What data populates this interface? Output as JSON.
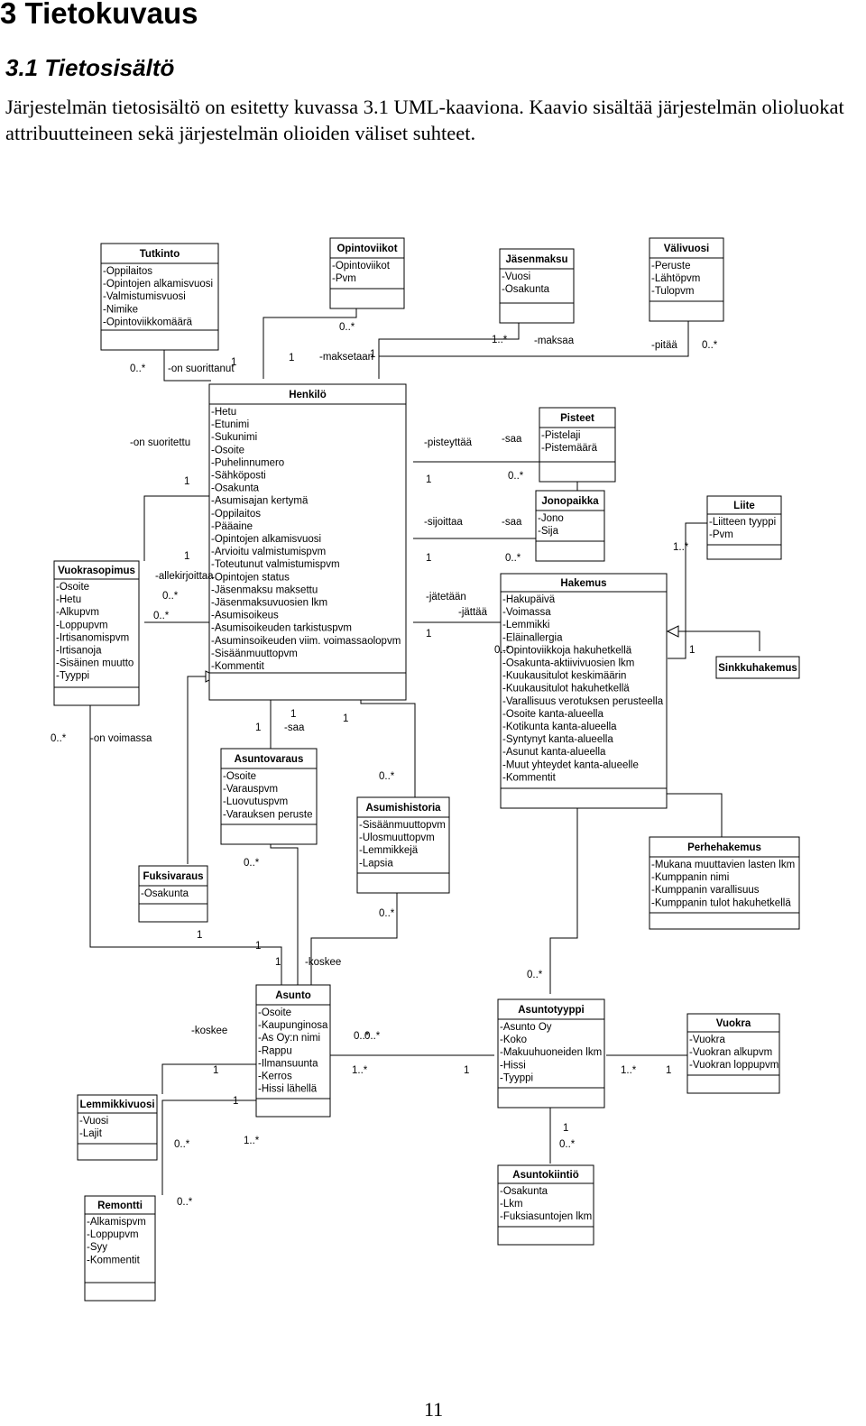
{
  "heading": "3  Tietokuvaus",
  "subheading": "3.1  Tietosisältö",
  "paragraph": "Järjestelmän tietosisältö on esitetty kuvassa 3.1 UML-kaaviona. Kaavio sisältää järjestelmän olioluokat attribuutteineen sekä järjestelmän olioiden väliset suhteet.",
  "page_number": "11",
  "classes": {
    "tutkinto": {
      "name": "Tutkinto",
      "attrs": [
        "-Oppilaitos",
        "-Opintojen alkamisvuosi",
        "-Valmistumisvuosi",
        "-Nimike",
        "-Opintoviikkomäärä"
      ]
    },
    "opintoviikot": {
      "name": "Opintoviikot",
      "attrs": [
        "-Opintoviikot",
        "-Pvm"
      ]
    },
    "jasenmaksu": {
      "name": "Jäsenmaksu",
      "attrs": [
        "-Vuosi",
        "-Osakunta"
      ]
    },
    "valivuosi": {
      "name": "Välivuosi",
      "attrs": [
        "-Peruste",
        "-Lähtöpvm",
        "-Tulopvm"
      ]
    },
    "henkilo": {
      "name": "Henkilö",
      "attrs": [
        "-Hetu",
        "-Etunimi",
        "-Sukunimi",
        "-Osoite",
        "-Puhelinnumero",
        "-Sähköposti",
        "-Osakunta",
        "-Asumisajan kertymä",
        "-Oppilaitos",
        "-Pääaine",
        "-Opintojen alkamisvuosi",
        "-Arvioitu valmistumispvm",
        "-Toteutunut valmistumispvm",
        "-Opintojen status",
        "-Jäsenmaksu maksettu",
        "-Jäsenmaksuvuosien lkm",
        "-Asumisoikeus",
        "-Asumisoikeuden tarkistuspvm",
        "-Asuminsoikeuden viim. voimassaolopvm",
        "-Sisäänmuuttopvm",
        "-Kommentit"
      ]
    },
    "pisteet": {
      "name": "Pisteet",
      "attrs": [
        "-Pistelaji",
        "-Pistemäärä"
      ]
    },
    "jonopaikka": {
      "name": "Jonopaikka",
      "attrs": [
        "-Jono",
        "-Sija"
      ]
    },
    "liite": {
      "name": "Liite",
      "attrs": [
        "-Liitteen tyyppi",
        "-Pvm"
      ]
    },
    "vuokrasopimus": {
      "name": "Vuokrasopimus",
      "attrs": [
        "-Osoite",
        "-Hetu",
        "-Alkupvm",
        "-Loppupvm",
        "-Irtisanomispvm",
        "-Irtisanoja",
        "-Sisäinen muutto",
        "-Tyyppi"
      ]
    },
    "hakemus": {
      "name": "Hakemus",
      "attrs": [
        "-Hakupäivä",
        "-Voimassa",
        "-Lemmikki",
        "-Eläinallergia",
        "-Opintoviikkoja hakuhetkellä",
        "-Osakunta-aktiivivuosien lkm",
        "-Kuukausitulot keskimäärin",
        "-Kuukausitulot hakuhetkellä",
        "-Varallisuus verotuksen perusteella",
        "-Osoite kanta-alueella",
        "-Kotikunta kanta-alueella",
        "-Syntynyt kanta-alueella",
        "-Asunut kanta-alueella",
        "-Muut yhteydet kanta-alueelle",
        "-Kommentit"
      ]
    },
    "sinkkuhakemus": {
      "name": "Sinkkuhakemus",
      "attrs": []
    },
    "asuntovaraus": {
      "name": "Asuntovaraus",
      "attrs": [
        "-Osoite",
        "-Varauspvm",
        "-Luovutuspvm",
        "-Varauksen peruste"
      ]
    },
    "asumishistoria": {
      "name": "Asumishistoria",
      "attrs": [
        "-Sisäänmuuttopvm",
        "-Ulosmuuttopvm",
        "-Lemmikkejä",
        "-Lapsia"
      ]
    },
    "fuksivaraus": {
      "name": "Fuksivaraus",
      "attrs": [
        "-Osakunta"
      ]
    },
    "perhehakemus": {
      "name": "Perhehakemus",
      "attrs": [
        "-Mukana muuttavien lasten lkm",
        "-Kumppanin nimi",
        "-Kumppanin varallisuus",
        "-Kumppanin tulot hakuhetkellä"
      ]
    },
    "asunto": {
      "name": "Asunto",
      "attrs": [
        "-Osoite",
        "-Kaupunginosa",
        "-As Oy:n nimi",
        "-Rappu",
        "-Ilmansuunta",
        "-Kerros",
        "-Hissi lähellä"
      ]
    },
    "asuntotyyppi": {
      "name": "Asuntotyyppi",
      "attrs": [
        "-Asunto Oy",
        "-Koko",
        "-Makuuhuoneiden lkm",
        "-Hissi",
        "-Tyyppi"
      ]
    },
    "vuokra": {
      "name": "Vuokra",
      "attrs": [
        "-Vuokra",
        "-Vuokran alkupvm",
        "-Vuokran loppupvm"
      ]
    },
    "lemmikkivuosi": {
      "name": "Lemmikkivuosi",
      "attrs": [
        "-Vuosi",
        "-Lajit"
      ]
    },
    "asuntokiintio": {
      "name": "Asuntokiintiö",
      "attrs": [
        "-Osakunta",
        "-Lkm",
        "-Fuksiasuntojen lkm"
      ]
    },
    "remontti": {
      "name": "Remontti",
      "attrs": [
        "-Alkamispvm",
        "-Loppupvm",
        "-Syy",
        "-Kommentit"
      ]
    }
  },
  "labels": [
    "0..*",
    "-on suorittanut",
    "1",
    "1",
    "-maksetaan",
    "1",
    "0..*",
    "1..*",
    "-maksaa",
    "-pitää",
    "0..*",
    "-on suoritettu",
    "1",
    "1",
    "-allekirjoittaa",
    "0..*",
    "0..*",
    "-pisteyttää",
    "-saa",
    "1",
    "0..*",
    "-sijoittaa",
    "-saa",
    "1",
    "0..*",
    "1..*",
    "-jätetään",
    "-jättää",
    "1",
    "0..*",
    "1",
    "0..*",
    "-on voimassa",
    "1",
    "-saa",
    "1",
    "1",
    "0..*",
    "0..*",
    "1",
    "0..*",
    "0..*",
    "1",
    "1",
    "-koskee",
    "0..*",
    "-koskee",
    "1",
    "1",
    "0..*",
    "1..*",
    "0..*",
    "1..*",
    "1",
    "1..*",
    "1",
    "1",
    "0..*",
    "0..*"
  ]
}
